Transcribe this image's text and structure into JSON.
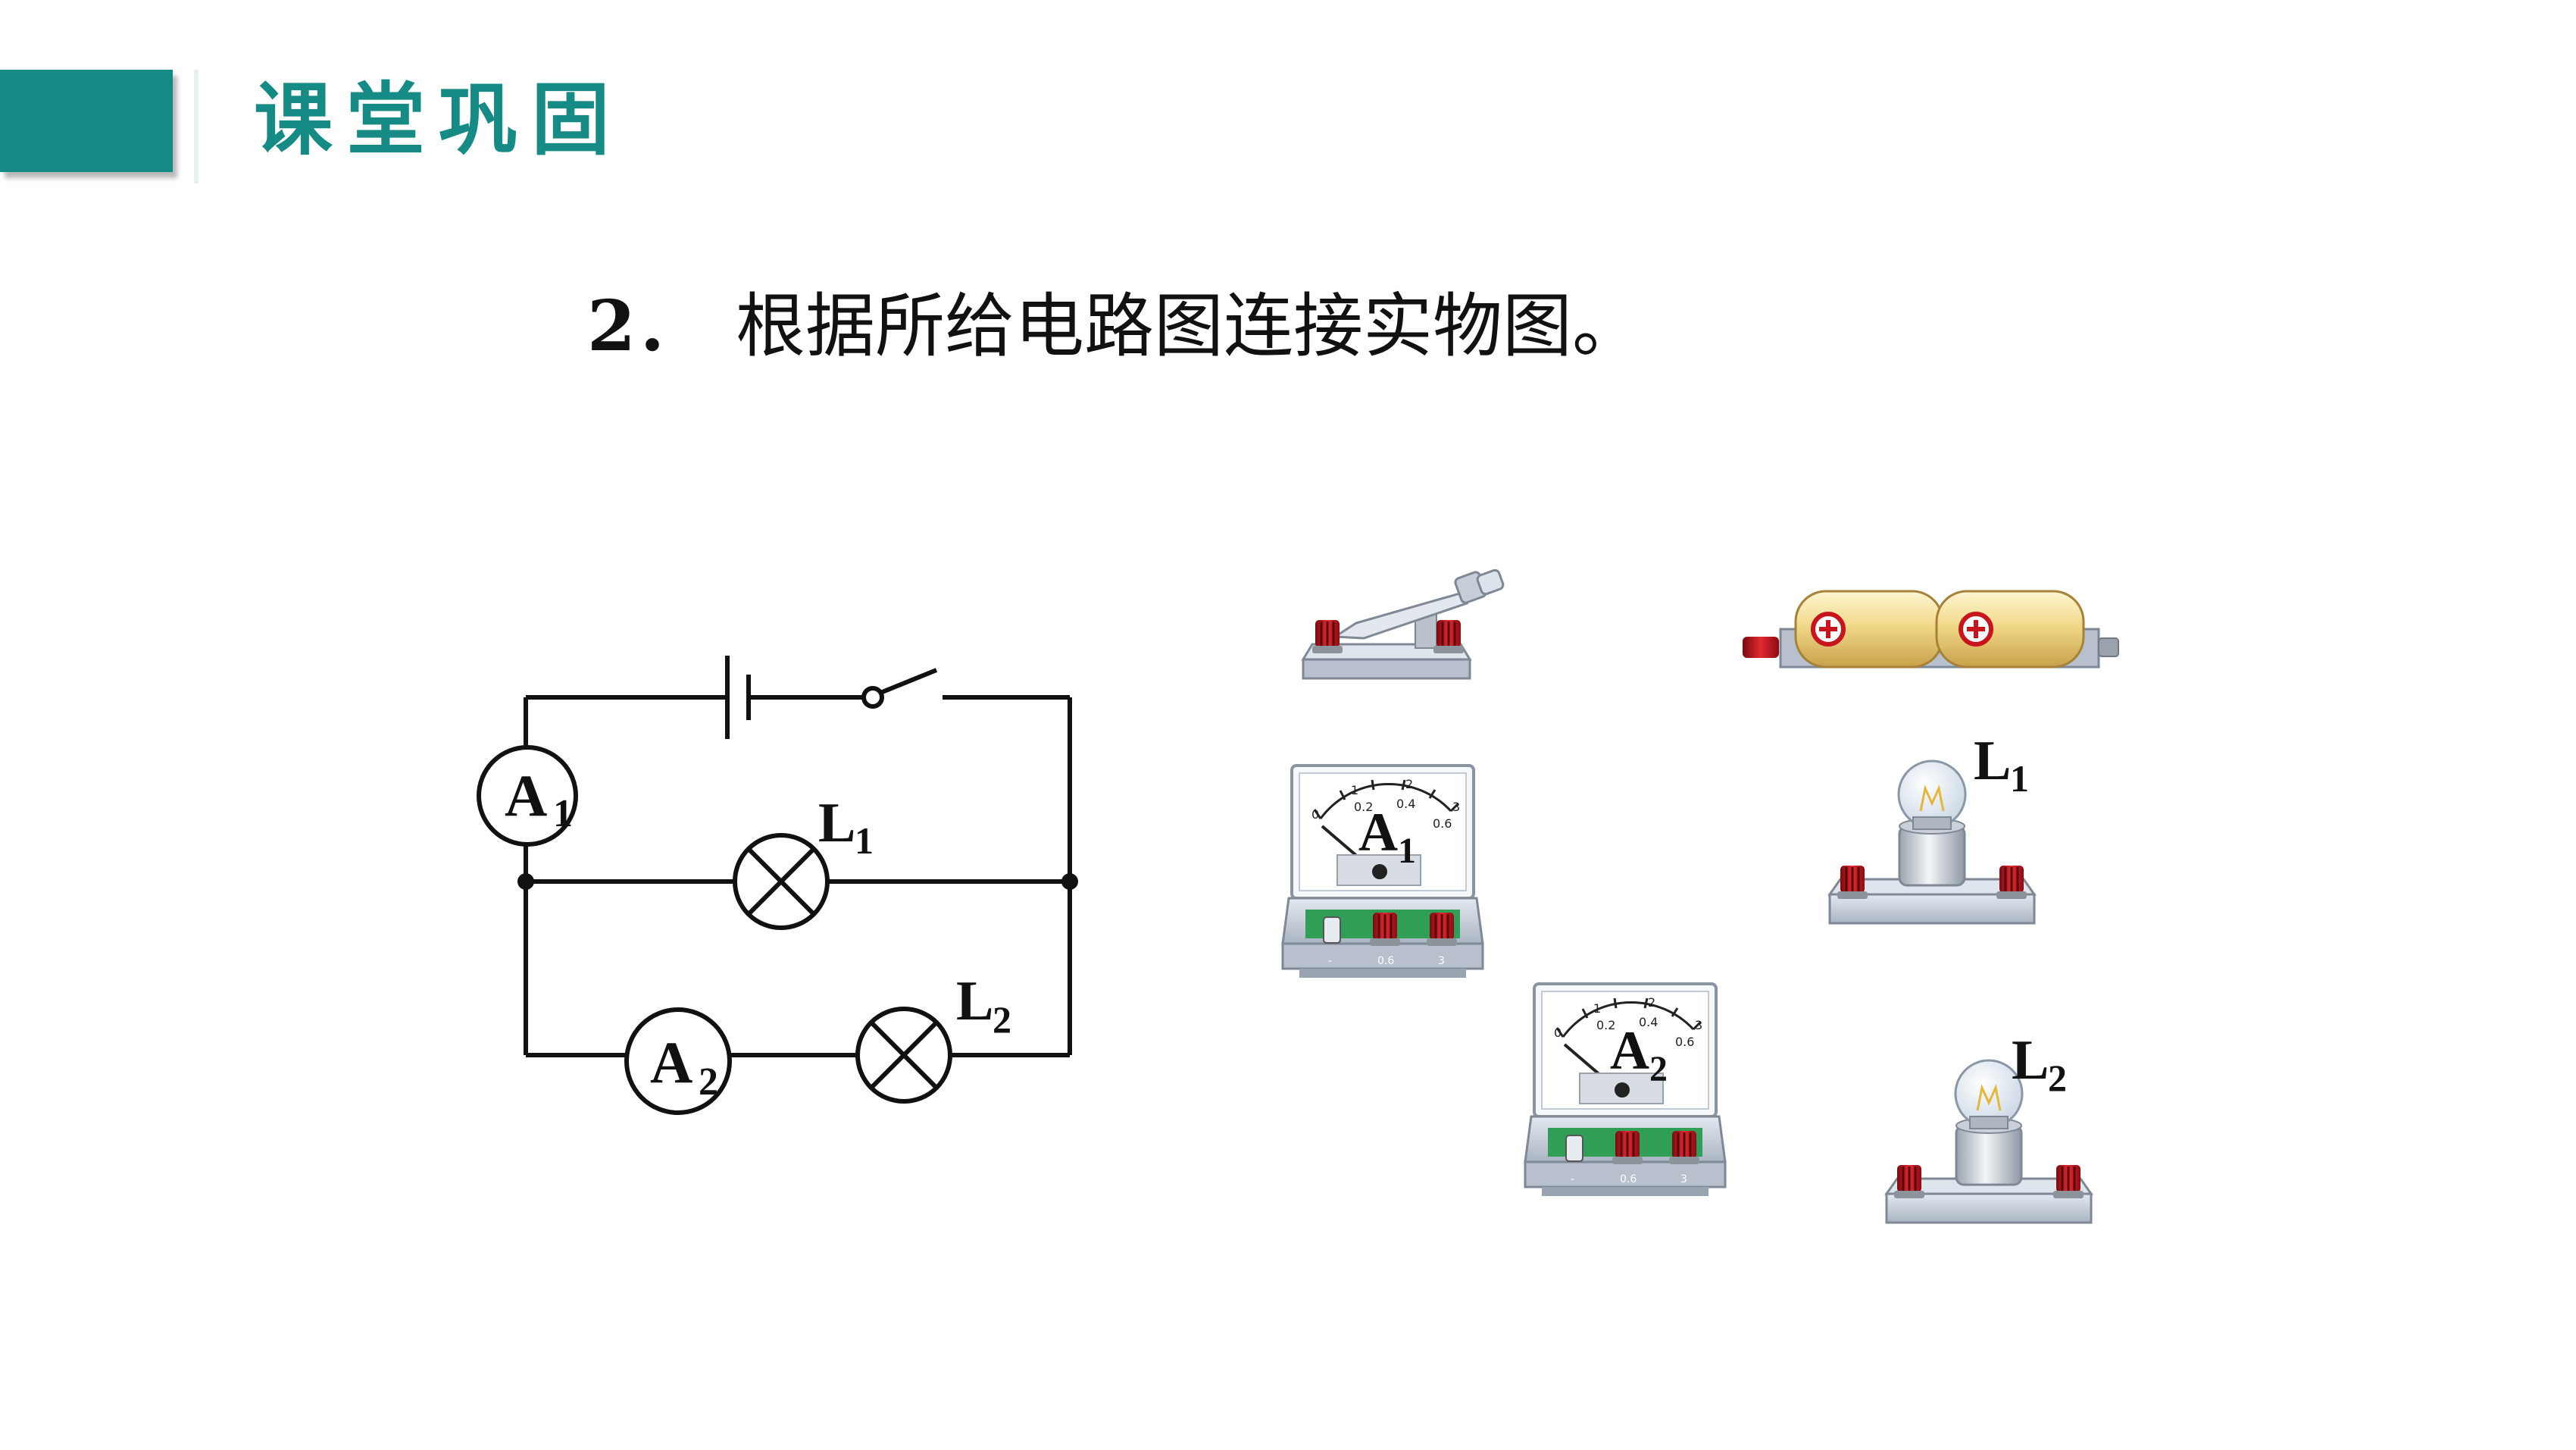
{
  "header": {
    "title": "课堂巩固"
  },
  "question": {
    "number": "2．",
    "text": "根据所给电路图连接实物图。"
  },
  "schematic": {
    "ammeter1": {
      "letter": "A",
      "sub": "1"
    },
    "ammeter2": {
      "letter": "A",
      "sub": "2"
    },
    "lamp1": {
      "letter": "L",
      "sub": "1"
    },
    "lamp2": {
      "letter": "L",
      "sub": "2"
    }
  },
  "components": {
    "ammeter1": {
      "letter": "A",
      "sub": "1"
    },
    "ammeter2": {
      "letter": "A",
      "sub": "2"
    },
    "lamp1": {
      "letter": "L",
      "sub": "1"
    },
    "lamp2": {
      "letter": "L",
      "sub": "2"
    },
    "scale_ticks": [
      "0",
      "1",
      "2",
      "3",
      "0.2",
      "0.4",
      "0.6"
    ],
    "terminal_labels": [
      "-",
      "0.6",
      "3"
    ]
  },
  "colors": {
    "accent": "#168b86",
    "terminal_red": "#c8141c",
    "battery_yellow": "#f1d98a",
    "base_gray": "#c9d1dc",
    "meter_green": "#2f9e56"
  }
}
